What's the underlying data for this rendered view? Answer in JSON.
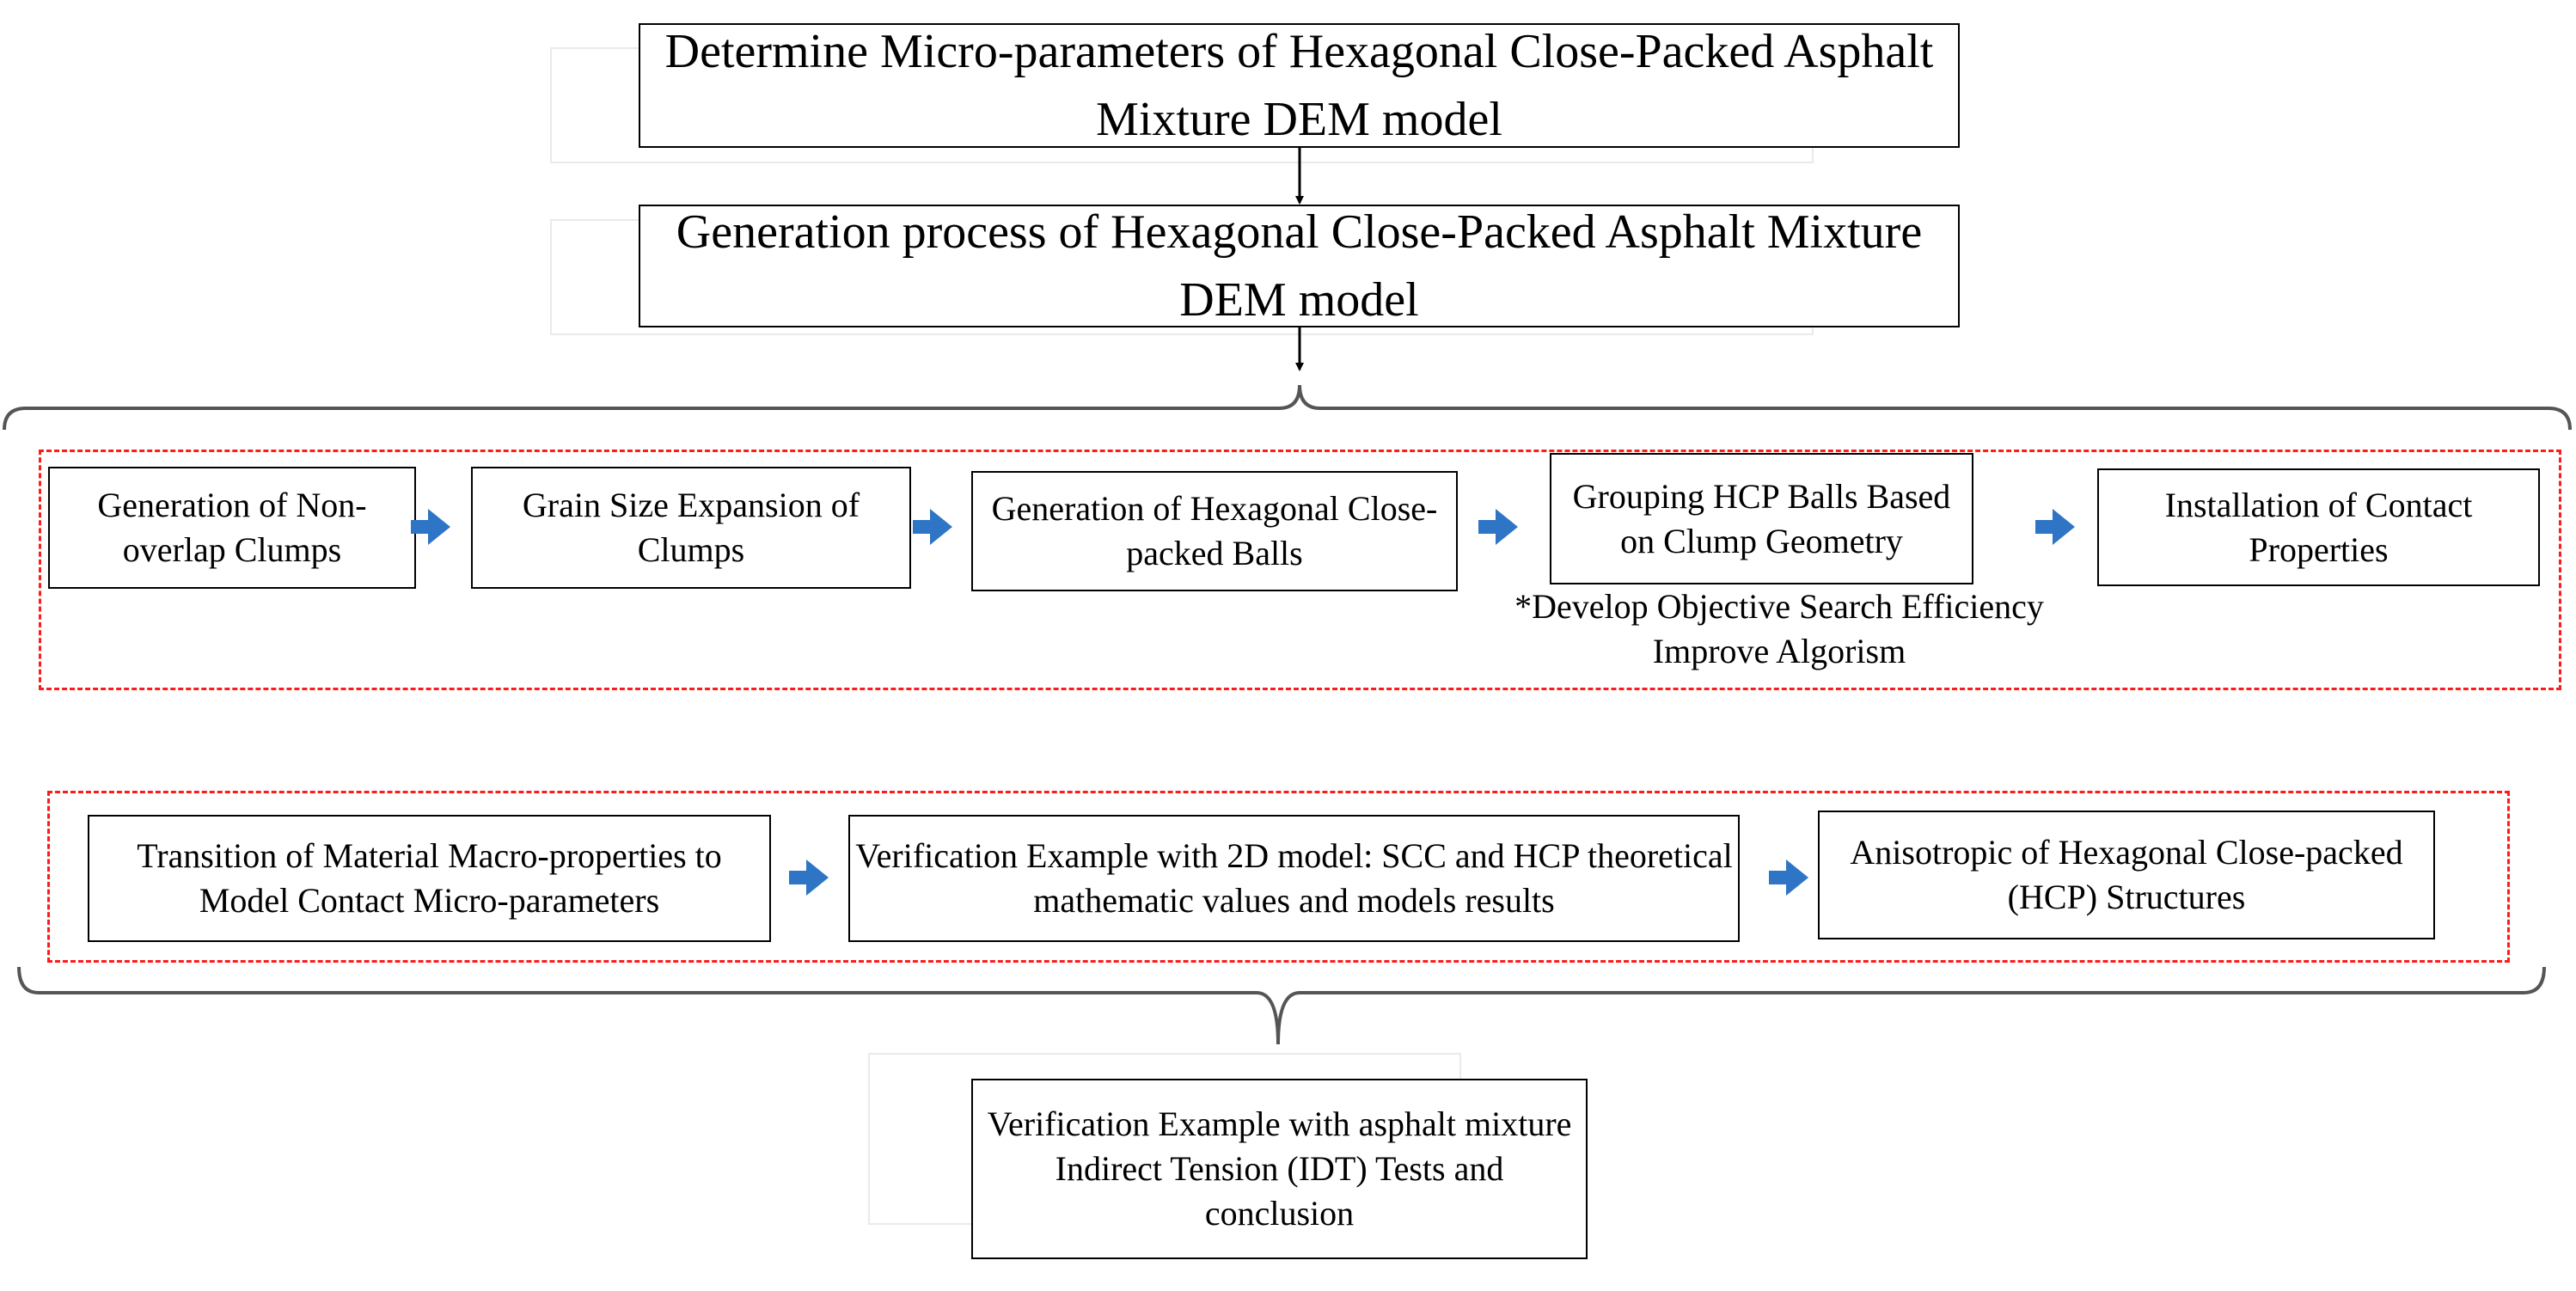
{
  "diagram": {
    "top_box_1": "Determine Micro-parameters of Hexagonal Close-Packed Asphalt Mixture DEM model",
    "top_box_2": "Generation process of Hexagonal Close-Packed Asphalt Mixture DEM model",
    "row1_steps": [
      "Generation of Non-overlap Clumps",
      "Grain Size Expansion of Clumps",
      "Generation of Hexagonal Close-packed Balls",
      "Grouping HCP Balls Based on Clump Geometry",
      "Installation of Contact Properties"
    ],
    "row1_note": "*Develop Objective Search Efficiency Improve Algorism",
    "row2_steps": [
      "Transition of Material Macro-properties to Model Contact Micro-parameters",
      "Verification Example with 2D model: SCC and HCP theoretical mathematic values and models results",
      "Anisotropic of Hexagonal Close-packed (HCP) Structures"
    ],
    "final_box": "Verification Example with asphalt mixture Indirect Tension (IDT) Tests and conclusion",
    "colors": {
      "arrow_blue": "#2e75c6",
      "dash_red": "#ff1a1a",
      "border": "#000000"
    }
  }
}
